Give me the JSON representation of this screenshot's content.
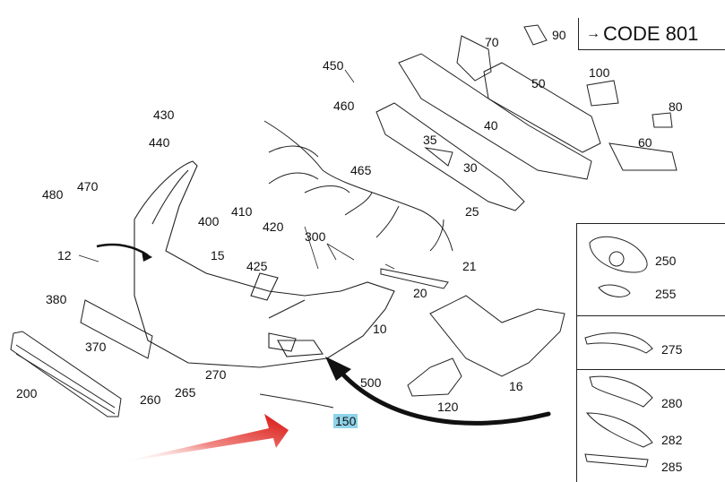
{
  "code_box": {
    "arrow": "→",
    "text": "CODE 801"
  },
  "parts": [
    {
      "id": "p70",
      "label": "70"
    },
    {
      "id": "p90",
      "label": "90"
    },
    {
      "id": "p50",
      "label": "50"
    },
    {
      "id": "p100",
      "label": "100"
    },
    {
      "id": "p450",
      "label": "450"
    },
    {
      "id": "p460",
      "label": "460"
    },
    {
      "id": "p80",
      "label": "80"
    },
    {
      "id": "p430",
      "label": "430"
    },
    {
      "id": "p40",
      "label": "40"
    },
    {
      "id": "p440",
      "label": "440"
    },
    {
      "id": "p35",
      "label": "35"
    },
    {
      "id": "p60",
      "label": "60"
    },
    {
      "id": "p465",
      "label": "465"
    },
    {
      "id": "p30",
      "label": "30"
    },
    {
      "id": "p480",
      "label": "480"
    },
    {
      "id": "p470",
      "label": "470"
    },
    {
      "id": "p25",
      "label": "25"
    },
    {
      "id": "p400",
      "label": "400"
    },
    {
      "id": "p410",
      "label": "410"
    },
    {
      "id": "p420",
      "label": "420"
    },
    {
      "id": "p300",
      "label": "300"
    },
    {
      "id": "p12",
      "label": "12"
    },
    {
      "id": "p15",
      "label": "15"
    },
    {
      "id": "p425",
      "label": "425"
    },
    {
      "id": "p21",
      "label": "21"
    },
    {
      "id": "p20",
      "label": "20"
    },
    {
      "id": "p380",
      "label": "380"
    },
    {
      "id": "p10",
      "label": "10"
    },
    {
      "id": "p370",
      "label": "370"
    },
    {
      "id": "p270",
      "label": "270"
    },
    {
      "id": "p500",
      "label": "500"
    },
    {
      "id": "p16",
      "label": "16"
    },
    {
      "id": "p200",
      "label": "200"
    },
    {
      "id": "p260",
      "label": "260"
    },
    {
      "id": "p265",
      "label": "265"
    },
    {
      "id": "p120",
      "label": "120"
    },
    {
      "id": "p150",
      "label": "150"
    },
    {
      "id": "p250",
      "label": "250"
    },
    {
      "id": "p255",
      "label": "255"
    },
    {
      "id": "p275",
      "label": "275"
    },
    {
      "id": "p280",
      "label": "280"
    },
    {
      "id": "p282",
      "label": "282"
    },
    {
      "id": "p285",
      "label": "285"
    }
  ],
  "highlighted_part": "150",
  "colors": {
    "highlight": "#8fd3ea",
    "red_arrow": "#e0201b",
    "line": "#222222"
  }
}
